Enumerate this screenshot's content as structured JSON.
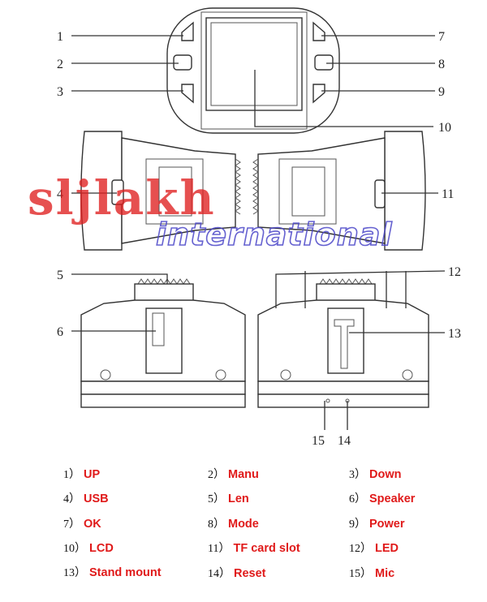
{
  "watermark": {
    "line1": "sljlakh",
    "line2": "international"
  },
  "callouts": [
    "1",
    "2",
    "3",
    "4",
    "5",
    "6",
    "7",
    "8",
    "9",
    "10",
    "11",
    "12",
    "13",
    "14",
    "15"
  ],
  "legend": [
    {
      "num": "1）",
      "label": "UP"
    },
    {
      "num": "2）",
      "label": "Manu"
    },
    {
      "num": "3）",
      "label": "Down"
    },
    {
      "num": "4）",
      "label": "USB"
    },
    {
      "num": "5）",
      "label": "Len"
    },
    {
      "num": "6）",
      "label": "Speaker"
    },
    {
      "num": "7）",
      "label": "OK"
    },
    {
      "num": "8）",
      "label": "Mode"
    },
    {
      "num": "9）",
      "label": "Power"
    },
    {
      "num": "10）",
      "label": "LCD"
    },
    {
      "num": "11）",
      "label": "TF card slot"
    },
    {
      "num": "12）",
      "label": "LED"
    },
    {
      "num": "13）",
      "label": "Stand mount"
    },
    {
      "num": "14）",
      "label": "Reset"
    },
    {
      "num": "15）",
      "label": "Mic"
    }
  ],
  "colors": {
    "label": "#e01a1a",
    "watermark_red": "#e02020",
    "watermark_blue": "#4b46c8"
  }
}
